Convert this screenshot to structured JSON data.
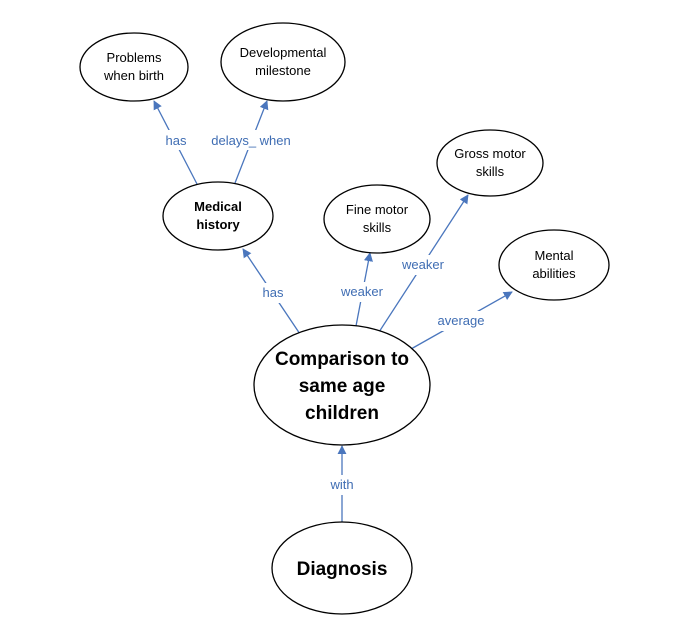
{
  "colors": {
    "edge": "#4a76bd",
    "edge_label": "#3f6db3",
    "node_stroke": "#000000",
    "node_fill": "#ffffff"
  },
  "nodes": {
    "problems_birth": {
      "lines": [
        "Problems",
        "when birth"
      ]
    },
    "dev_milestone": {
      "lines": [
        "Developmental",
        "milestone"
      ]
    },
    "medical_history": {
      "lines": [
        "Medical",
        "history"
      ]
    },
    "fine_motor": {
      "lines": [
        "Fine motor",
        "skills"
      ]
    },
    "gross_motor": {
      "lines": [
        "Gross motor",
        "skills"
      ]
    },
    "mental": {
      "lines": [
        "Mental",
        "abilities"
      ]
    },
    "comparison": {
      "lines": [
        "Comparison to",
        "same age",
        "children"
      ]
    },
    "diagnosis": {
      "lines": [
        "Diagnosis"
      ]
    }
  },
  "edges": {
    "medical_to_problems": "has",
    "medical_to_milestone": "delays_ when",
    "comparison_to_medical": "has",
    "comparison_to_fine": "weaker",
    "comparison_to_gross": "weaker",
    "comparison_to_mental": "average",
    "diagnosis_to_comparison": "with"
  }
}
